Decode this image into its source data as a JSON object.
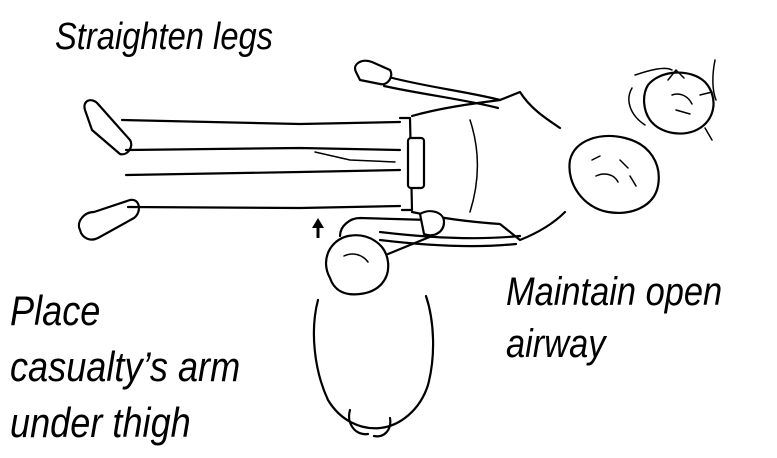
{
  "labels": {
    "title": "Straighten legs",
    "arm_lines": [
      "Place",
      "casualty’s arm",
      "under thigh"
    ],
    "airway_lines": [
      "Maintain open",
      "airway"
    ]
  }
}
